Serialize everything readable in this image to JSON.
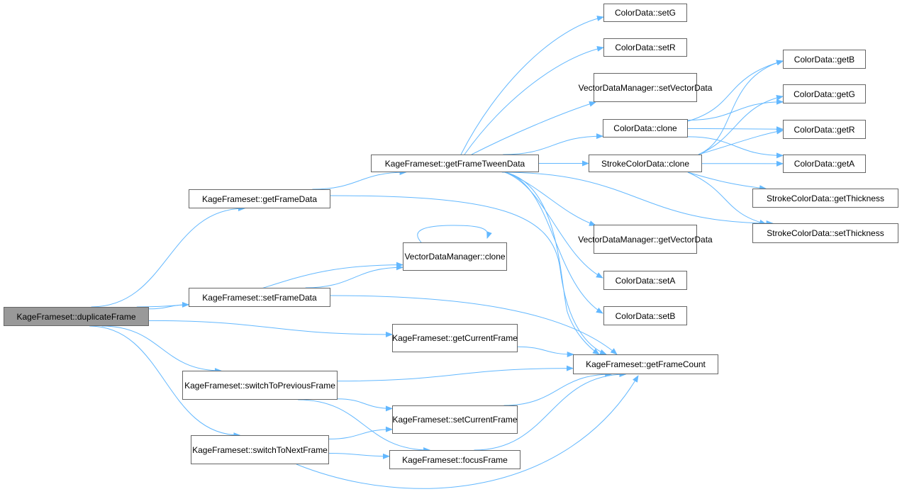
{
  "graph": {
    "edge_color": "#63b8ff",
    "root_fill": "#999999",
    "node_border": "#666666",
    "nodes": [
      {
        "id": "duplicateFrame",
        "label": "KageFrameset::duplicateFrame",
        "root": true
      },
      {
        "id": "getFrameData",
        "label": "KageFrameset::getFrameData"
      },
      {
        "id": "vdmClone",
        "label": "VectorDataManager::\nclone"
      },
      {
        "id": "setFrameData",
        "label": "KageFrameset::setFrameData"
      },
      {
        "id": "getCurrentFrame",
        "label": "KageFrameset::getCurrent\nFrame"
      },
      {
        "id": "switchToPrev",
        "label": "KageFrameset::switchToPrevious\nFrame"
      },
      {
        "id": "switchToNext",
        "label": "KageFrameset::switchToNext\nFrame"
      },
      {
        "id": "setCurrentFrame",
        "label": "KageFrameset::setCurrent\nFrame"
      },
      {
        "id": "focusFrame",
        "label": "KageFrameset::focusFrame"
      },
      {
        "id": "getFrameTweenData",
        "label": "KageFrameset::getFrameTweenData"
      },
      {
        "id": "getFrameCount",
        "label": "KageFrameset::getFrameCount"
      },
      {
        "id": "cdSetG",
        "label": "ColorData::setG"
      },
      {
        "id": "cdSetR",
        "label": "ColorData::setR"
      },
      {
        "id": "vdmSetVectorData",
        "label": "VectorDataManager::\nsetVectorData"
      },
      {
        "id": "cdClone",
        "label": "ColorData::clone"
      },
      {
        "id": "scdClone",
        "label": "StrokeColorData::clone"
      },
      {
        "id": "vdmGetVectorData",
        "label": "VectorDataManager::\ngetVectorData"
      },
      {
        "id": "cdSetA",
        "label": "ColorData::setA"
      },
      {
        "id": "cdSetB",
        "label": "ColorData::setB"
      },
      {
        "id": "cdGetB",
        "label": "ColorData::getB"
      },
      {
        "id": "cdGetG",
        "label": "ColorData::getG"
      },
      {
        "id": "cdGetR",
        "label": "ColorData::getR"
      },
      {
        "id": "cdGetA",
        "label": "ColorData::getA"
      },
      {
        "id": "scdGetThickness",
        "label": "StrokeColorData::getThickness"
      },
      {
        "id": "scdSetThickness",
        "label": "StrokeColorData::setThickness"
      }
    ],
    "edges": [
      [
        "duplicateFrame",
        "getFrameData"
      ],
      [
        "duplicateFrame",
        "vdmClone"
      ],
      [
        "duplicateFrame",
        "setFrameData"
      ],
      [
        "duplicateFrame",
        "getCurrentFrame"
      ],
      [
        "duplicateFrame",
        "switchToPrev"
      ],
      [
        "duplicateFrame",
        "switchToNext"
      ],
      [
        "getFrameData",
        "getFrameTweenData"
      ],
      [
        "getFrameData",
        "getFrameCount"
      ],
      [
        "setFrameData",
        "vdmClone"
      ],
      [
        "setFrameData",
        "getFrameCount"
      ],
      [
        "vdmClone",
        "vdmClone"
      ],
      [
        "getCurrentFrame",
        "getFrameCount"
      ],
      [
        "switchToPrev",
        "getFrameCount"
      ],
      [
        "switchToPrev",
        "setCurrentFrame"
      ],
      [
        "switchToPrev",
        "focusFrame"
      ],
      [
        "switchToNext",
        "setCurrentFrame"
      ],
      [
        "switchToNext",
        "focusFrame"
      ],
      [
        "switchToNext",
        "getFrameCount"
      ],
      [
        "setCurrentFrame",
        "getFrameCount"
      ],
      [
        "focusFrame",
        "getFrameCount"
      ],
      [
        "getFrameTweenData",
        "cdSetG"
      ],
      [
        "getFrameTweenData",
        "cdSetR"
      ],
      [
        "getFrameTweenData",
        "vdmSetVectorData"
      ],
      [
        "getFrameTweenData",
        "cdClone"
      ],
      [
        "getFrameTweenData",
        "scdClone"
      ],
      [
        "getFrameTweenData",
        "vdmGetVectorData"
      ],
      [
        "getFrameTweenData",
        "cdSetA"
      ],
      [
        "getFrameTweenData",
        "cdSetB"
      ],
      [
        "getFrameTweenData",
        "getFrameCount"
      ],
      [
        "getFrameTweenData",
        "scdSetThickness"
      ],
      [
        "cdClone",
        "cdGetB"
      ],
      [
        "cdClone",
        "cdGetG"
      ],
      [
        "cdClone",
        "cdGetR"
      ],
      [
        "cdClone",
        "cdGetA"
      ],
      [
        "scdClone",
        "cdGetB"
      ],
      [
        "scdClone",
        "cdGetG"
      ],
      [
        "scdClone",
        "cdGetR"
      ],
      [
        "scdClone",
        "cdGetA"
      ],
      [
        "scdClone",
        "scdGetThickness"
      ],
      [
        "scdClone",
        "scdSetThickness"
      ]
    ]
  }
}
